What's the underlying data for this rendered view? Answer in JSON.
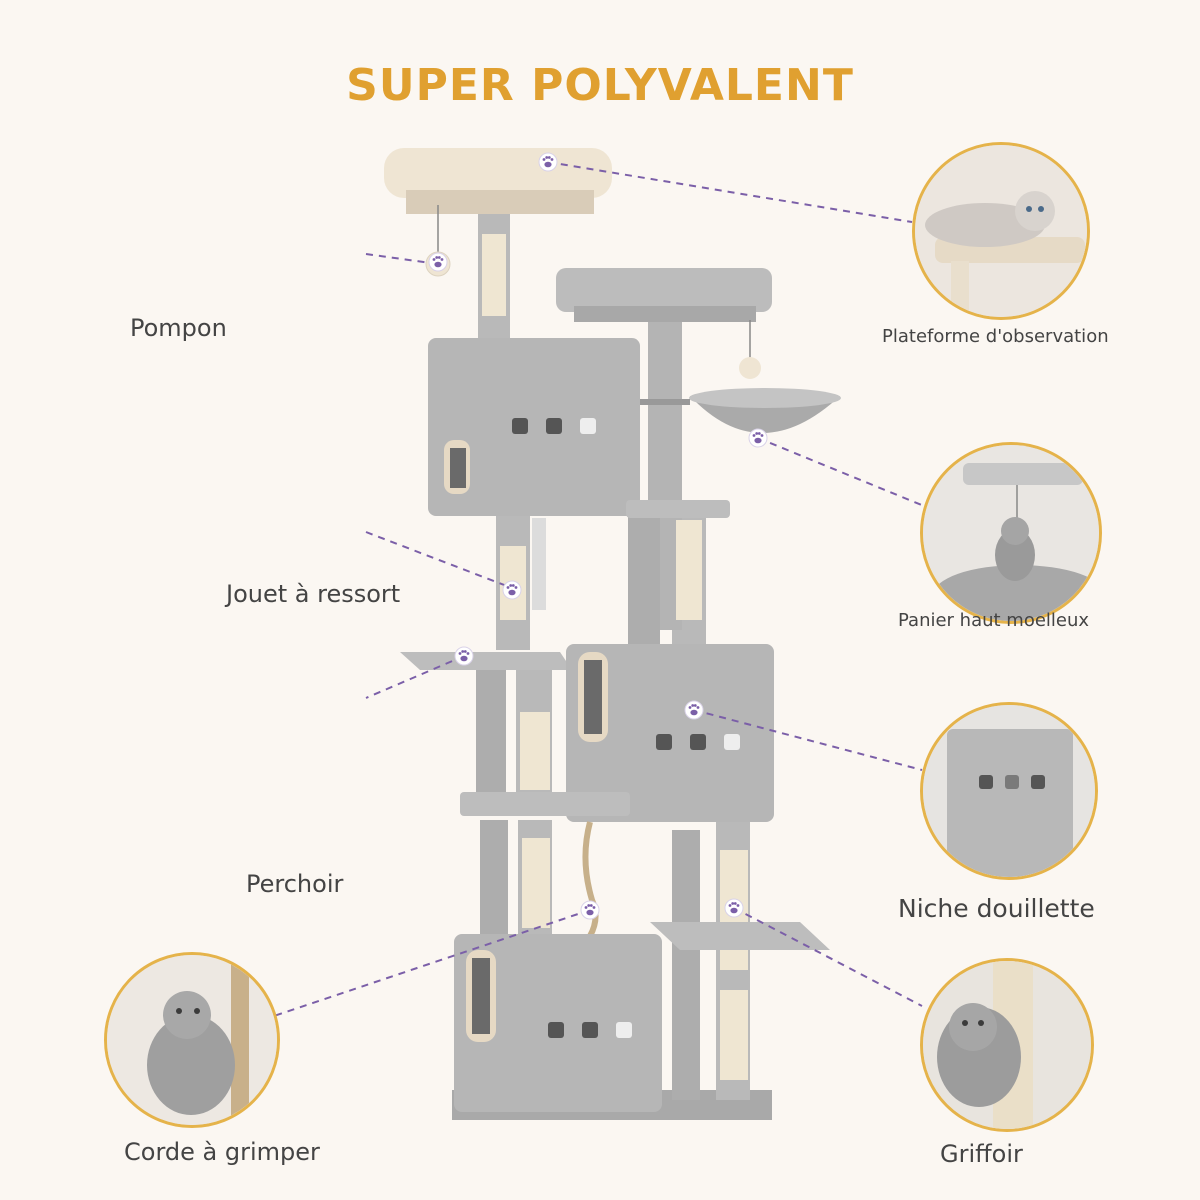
{
  "title": "SUPER POLYVALENT",
  "features": {
    "pompon": "Pompon",
    "jouet": "Jouet à ressort",
    "perchoir": "Perchoir",
    "corde": "Corde à grimper",
    "plateforme": "Plateforme d'observation",
    "panier": "Panier haut moelleux",
    "niche": "Niche douillette",
    "griffoir": "Griffoir"
  },
  "colors": {
    "title": "#e0a030",
    "accent_border": "#e5b34a",
    "callout_line": "#7b5fa8",
    "plush_grey": "#b9b9b9",
    "sisal": "#efe6d2",
    "beige": "#efe5d3"
  }
}
